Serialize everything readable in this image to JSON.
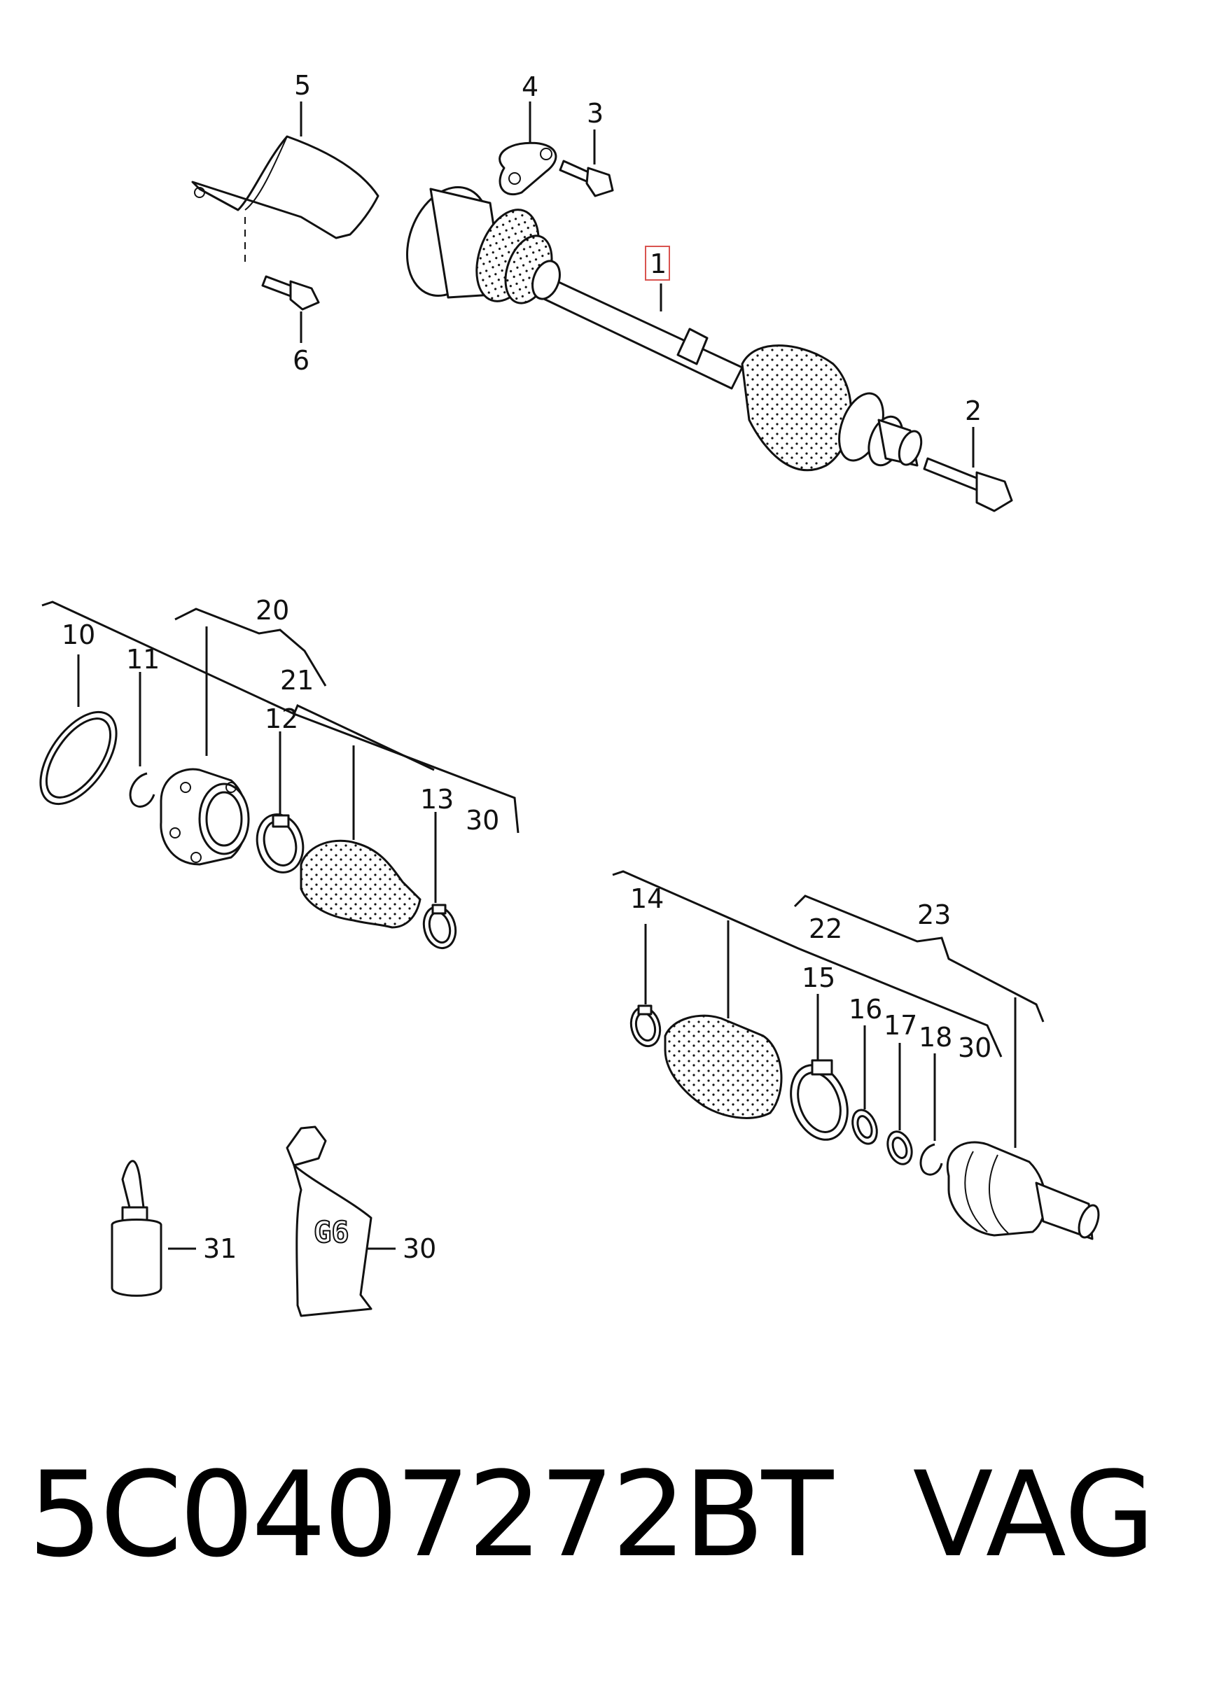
{
  "callouts": {
    "c1": "1",
    "c2": "2",
    "c3": "3",
    "c4": "4",
    "c5": "5",
    "c6": "6",
    "c10": "10",
    "c11": "11",
    "c12": "12",
    "c13": "13",
    "c14": "14",
    "c15": "15",
    "c16": "16",
    "c17": "17",
    "c18": "18",
    "c20": "20",
    "c21": "21",
    "c22": "22",
    "c23": "23",
    "c30a": "30",
    "c30b": "30",
    "c30c": "30",
    "c31": "31"
  },
  "tube_label": "G6",
  "footer": {
    "part_number": "5C0407272BT",
    "brand": "VAG"
  },
  "colors": {
    "highlight": "#d9534f",
    "ink": "#111111"
  }
}
